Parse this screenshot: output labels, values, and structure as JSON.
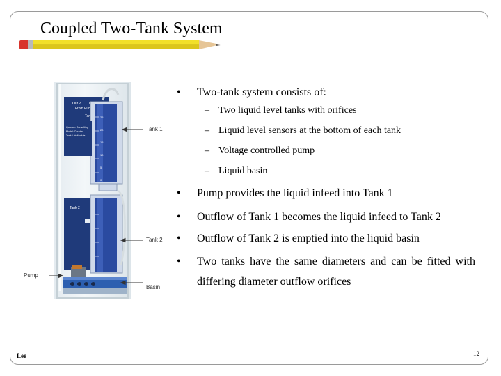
{
  "slide": {
    "title": "Coupled Two-Tank System",
    "footer_left": "Lee",
    "page_number": "12"
  },
  "figure": {
    "callouts": {
      "tank1": "Tank 1",
      "tank2": "Tank 2",
      "pump": "Pump",
      "basin": "Basin"
    },
    "panel1_text": [
      "Out 2",
      "Out",
      "From Pump",
      "Tank 1",
      "Quanser Consulting",
      "Model: Coupled",
      "Tank Lab Module"
    ],
    "panel2_text": [
      "Tank 2"
    ],
    "scale_marks": [
      "25",
      "20",
      "15",
      "10",
      "5",
      "0"
    ]
  },
  "content": {
    "bullet_marker": "•",
    "dash_marker": "–",
    "intro": "Two-tank system consists of:",
    "sub_items": [
      "Two liquid level tanks with orifices",
      "Liquid level sensors at the bottom of each tank",
      "Voltage controlled pump",
      "Liquid basin"
    ],
    "bullets": [
      "Pump provides the liquid infeed into Tank 1",
      "Outflow of Tank 1 becomes the liquid infeed to Tank 2",
      "Outflow of Tank 2 is emptied into the liquid basin",
      "Two tanks have the same diameters and can be fitted with differing diameter outflow orifices"
    ]
  },
  "colors": {
    "panel_blue": "#1f3a7a",
    "tank_blue": "#2a4aa0",
    "pencil_yellow": "#f2e02a",
    "eraser_red": "#d8342c"
  }
}
